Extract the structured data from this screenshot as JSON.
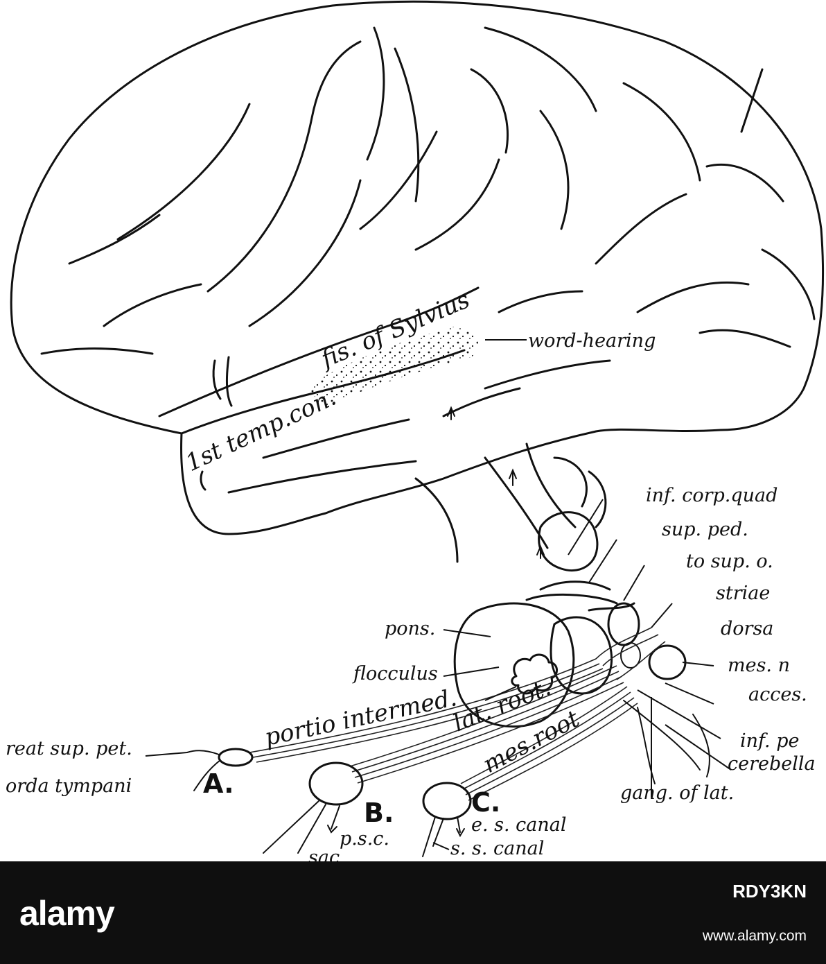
{
  "figure": {
    "labels": {
      "fis_sylvius": "fis. of Sylvius",
      "word_hearing": "word-hearing",
      "temp_con": "1st temp.con.",
      "inf_corp_quad": "inf. corp.quad",
      "sup_ped": "sup. ped.",
      "to_sup_o": "to sup. o.",
      "striae": "striae",
      "dorsa": "dorsa",
      "mes_n": "mes. n",
      "pons": "pons.",
      "flocculus": "flocculus",
      "acces": "acces.",
      "portio_intermed": "portio intermed.",
      "lat_root": "lat. root.",
      "mes_root": "mes.root",
      "inf_pe": "inf. pe",
      "cerebella": "cerebella",
      "great_sup_pet": "reat sup. pet.",
      "chorda_tympani": "orda tympani",
      "gang_lat": "gang. of lat.",
      "e_s_canal": "e. s. canal",
      "s_s_canal": "s. s. canal",
      "p_s_c": "p.s.c.",
      "sac": "sac"
    },
    "ganglia": {
      "a": "A.",
      "b": "B.",
      "c": "C."
    }
  },
  "footer": {
    "logo": "alamy",
    "image_id": "RDY3KN",
    "url": "www.alamy.com"
  },
  "colors": {
    "ink": "#111111",
    "footer_bg": "#0f0f0f",
    "footer_text": "#ffffff"
  }
}
